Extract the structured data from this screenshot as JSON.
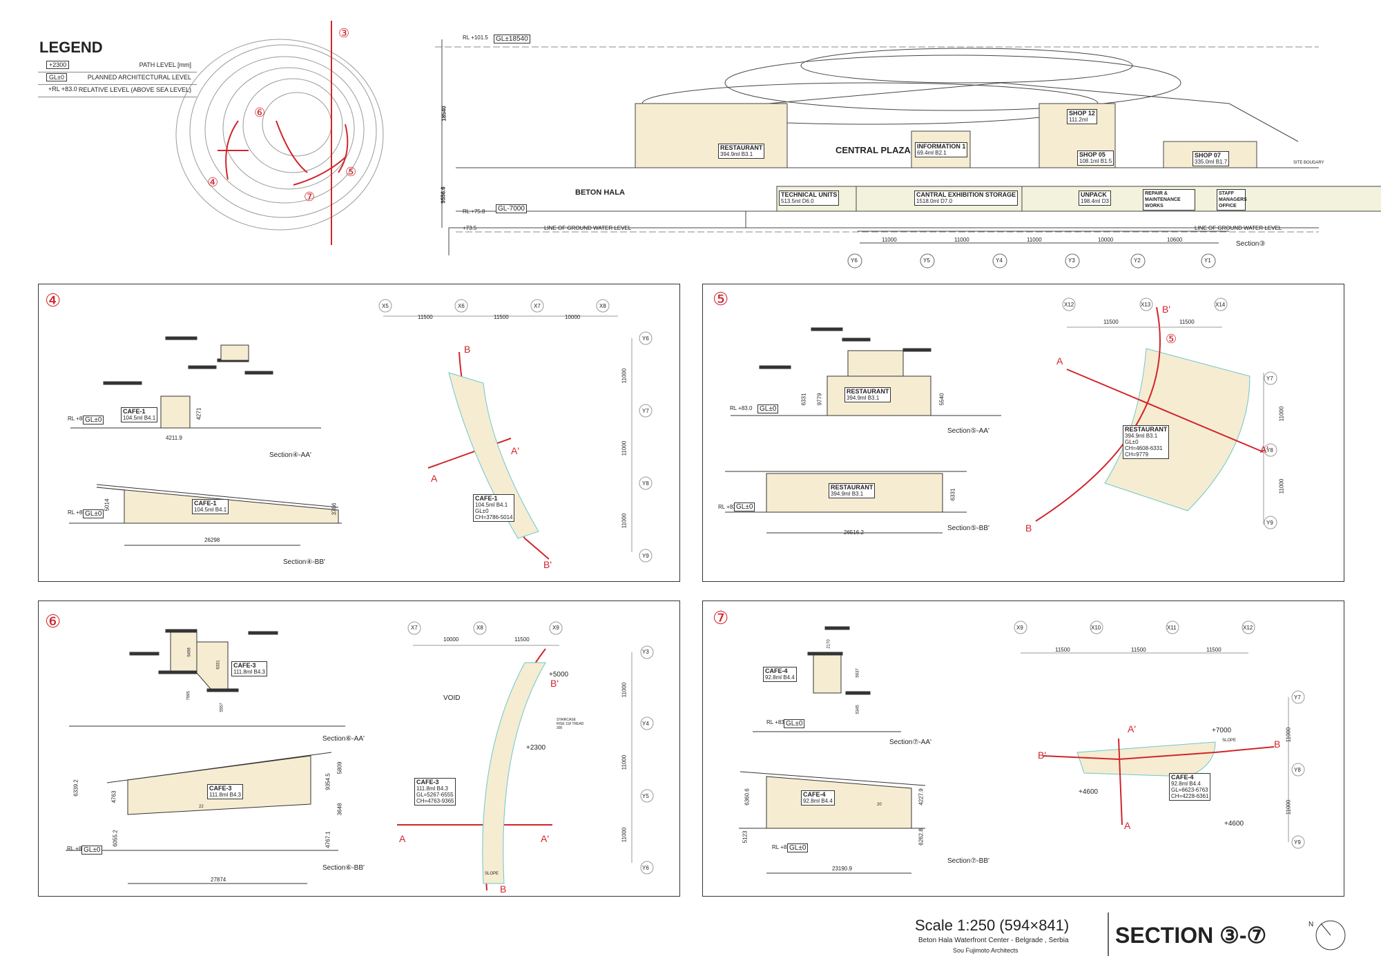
{
  "legend": {
    "title": "LEGEND",
    "rows": [
      {
        "symbol": "+2300",
        "text": "PATH LEVEL   [mm]"
      },
      {
        "symbol": "GL±0",
        "text": "PLANNED ARCHITECTURAL LEVEL"
      },
      {
        "symbol": "+RL +83.0",
        "text": "RELATIVE LEVEL (ABOVE SEA LEVEL)"
      }
    ]
  },
  "keyplan": {
    "markers": [
      "③",
      "⑥",
      "④",
      "⑤",
      "⑦"
    ]
  },
  "section3": {
    "rl_top": "RL +101.5",
    "gl_top": "GL±18540",
    "height_label_1": "18540",
    "height_label_2": "9556.6",
    "rl_bottom": "RL +75.8",
    "rl_lowest": "+73.5",
    "gl_bottom": "GL-7000",
    "groundwater": "LINE OF GROUND WATER LEVEL",
    "groundwater_2": "LINE OF GROUND WATER LEVEL",
    "site_boundary": "SITE BOUDARY",
    "beton_hala": "BETON HALA",
    "central_plaza": "CENTRAL PLAZA",
    "rooms": [
      {
        "name": "RESTAURANT",
        "area": "394.9ml",
        "code": "B3.1"
      },
      {
        "name": "INFORMATION 1",
        "area": "69.4ml",
        "code": "B2.1"
      },
      {
        "name": "SHOP 12",
        "area": "111.2ml",
        "code": ""
      },
      {
        "name": "SHOP 05",
        "area": "108.1ml",
        "code": "B1.5"
      },
      {
        "name": "SHOP 07",
        "area": "335.0ml",
        "code": "B1.7"
      },
      {
        "name": "TECHNICAL UNITS",
        "area": "513.5ml",
        "code": "D6.0"
      },
      {
        "name": "CANTRAL EXHIBITION STORAGE",
        "area": "1518.0ml",
        "code": "D7.0"
      },
      {
        "name": "UNPACK",
        "area": "198.4ml",
        "code": "D3"
      },
      {
        "name": "REPAIR & MAINTENANCE WORKS",
        "area": "",
        "code": ""
      },
      {
        "name": "STAFF MANAGERS OFFICE",
        "area": "",
        "code": ""
      }
    ],
    "spans": [
      "11000",
      "11000",
      "11000",
      "10000",
      "10600"
    ],
    "grid": [
      "Y6",
      "Y5",
      "Y4",
      "Y3",
      "Y2",
      "Y1"
    ],
    "caption": "Section③"
  },
  "panel4": {
    "number": "④",
    "cafe_name": "CAFE-1",
    "cafe_area": "104.5ml",
    "cafe_code": "B4.1",
    "gl": "GL±0",
    "rl": "RL +83.0",
    "dim_a_height": "4271",
    "dim_a_width": "4211.9",
    "caption_a": "Section④-AA'",
    "dim_b_left": "5014",
    "dim_b_right": "3786",
    "dim_b_width": "26298",
    "caption_b": "Section④-BB'",
    "plan_grid_x": [
      "X5",
      "X6",
      "X7",
      "X8"
    ],
    "plan_spans": [
      "11500",
      "11500",
      "10000"
    ],
    "plan_grid_y": [
      "Y6",
      "Y7",
      "Y8",
      "Y9"
    ],
    "plan_spans_y": [
      "11000",
      "11000",
      "11000"
    ],
    "plan_label": {
      "name": "CAFE-1",
      "area": "104.5ml",
      "code": "B4.1",
      "gl": "GL±0",
      "ch": "CH=3786-5014"
    },
    "cut_a": "A",
    "cut_a2": "A'",
    "cut_b": "B",
    "cut_b2": "B'"
  },
  "panel5": {
    "number": "⑤",
    "room_name": "RESTAURANT",
    "room_area": "394.9ml",
    "room_code": "B3.1",
    "gl": "GL±0",
    "rl": "RL +83.0",
    "dims_a": [
      "6331",
      "9779",
      "5540"
    ],
    "caption_a": "Section⑤-AA'",
    "dim_b_right": "6331",
    "dim_b_width": "26516.2",
    "caption_b": "Section⑤-BB'",
    "plan_grid_x": [
      "X12",
      "X13",
      "X14"
    ],
    "plan_spans": [
      "11500",
      "11500"
    ],
    "plan_grid_y": [
      "Y7",
      "Y8",
      "Y9"
    ],
    "plan_spans_y": [
      "11000",
      "11000"
    ],
    "plan_label": {
      "name": "RESTAURANT",
      "area": "394.9ml",
      "code": "B3.1",
      "gl": "GL±0",
      "ch": "CH=4608-6331",
      "ch2": "CH=9779"
    },
    "cut_a": "A",
    "cut_a2": "A'",
    "cut_b": "B",
    "cut_b2": "B'",
    "marker": "⑤"
  },
  "panel6": {
    "number": "⑥",
    "cafe_name": "CAFE-3",
    "cafe_area": "111.8ml",
    "cafe_code": "B4.3",
    "dims_a": [
      "5498",
      "6331",
      "7995",
      "5557"
    ],
    "caption_a": "Section⑥-AA'",
    "dims_b": [
      "6339.2",
      "4763",
      "6055.2",
      "5809",
      "9354.5",
      "3648",
      "4767.1",
      "22"
    ],
    "dim_b_width": "27874",
    "gl": "GL±0",
    "rl": "RL +83.0",
    "caption_b": "Section⑥-BB'",
    "plan_grid_x": [
      "X7",
      "X8",
      "X9"
    ],
    "plan_spans": [
      "10000",
      "11500"
    ],
    "plan_grid_y": [
      "Y3",
      "Y4",
      "Y5",
      "Y6"
    ],
    "plan_spans_y": [
      "11000",
      "11000",
      "11000"
    ],
    "void": "VOID",
    "level_1": "+5000",
    "level_2": "+2300",
    "staircase": "STAIRCASE RISE 118 TREAD 300",
    "slope": "SLOPE",
    "plan_label": {
      "name": "CAFE-3",
      "area": "111.8ml",
      "code": "B4.3",
      "gl": "GL=5267-6555",
      "ch": "CH=4763-9365"
    },
    "cut_a": "A",
    "cut_a2": "A'",
    "cut_b": "B",
    "cut_b2": "B'"
  },
  "panel7": {
    "number": "⑦",
    "cafe_name": "CAFE-4",
    "cafe_area": "92.8ml",
    "cafe_code": "B4.4",
    "gl": "GL±0",
    "rl": "RL +83.0",
    "dims_a": [
      "2170",
      "5937",
      "5345"
    ],
    "caption_a": "Section⑦-AA'",
    "dims_b": [
      "6360.6",
      "5123",
      "4227.9",
      "6262.8",
      "20"
    ],
    "dim_b_width": "23190.9",
    "caption_b": "Section⑦-BB'",
    "plan_grid_x": [
      "X9",
      "X10",
      "X11",
      "X12"
    ],
    "plan_spans": [
      "11500",
      "11500",
      "11500"
    ],
    "plan_grid_y": [
      "Y7",
      "Y8",
      "Y9"
    ],
    "plan_spans_y": [
      "11000",
      "11000"
    ],
    "levels": [
      "+7000",
      "+4600",
      "+4600"
    ],
    "slope": "SLOPE",
    "plan_label": {
      "name": "CAFE-4",
      "area": "92.8ml",
      "code": "B4.4",
      "gl": "GL=6623-6763",
      "ch": "CH=4228-6361"
    },
    "cut_a": "A'",
    "cut_a2": "A",
    "cut_b": "B'",
    "cut_b2": "B"
  },
  "titleblock": {
    "scale": "Scale 1:250 (594×841)",
    "project": "Beton Hala Waterfront Center - Belgrade , Serbia",
    "architect": "Sou Fujimoto Architects",
    "title": "SECTION  ③-⑦",
    "north": "N"
  },
  "colors": {
    "accent_red": "#d0242a",
    "fill_beige": "#f5ecd2",
    "line": "#333333",
    "cyan": "#6cc7c9"
  }
}
